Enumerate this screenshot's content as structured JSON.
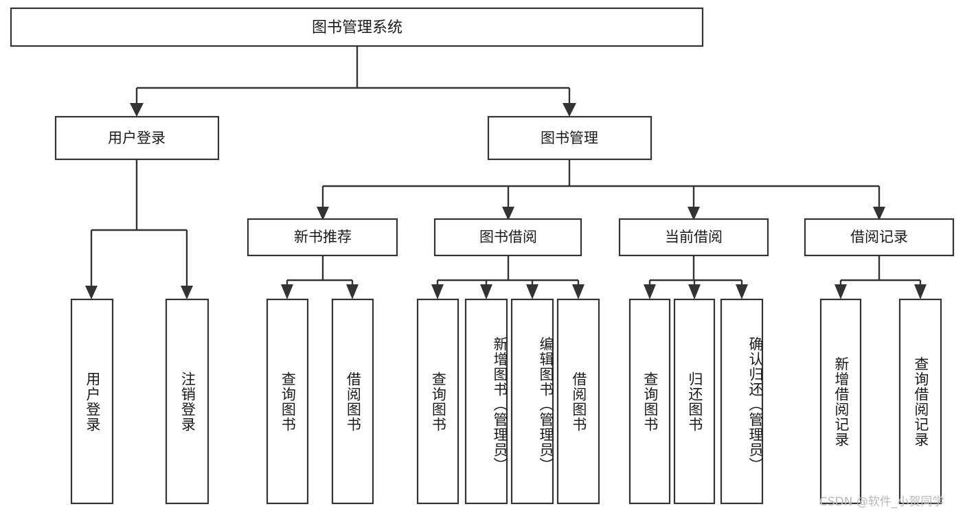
{
  "diagram": {
    "title": "图书管理系统",
    "type": "tree-hierarchy-diagram",
    "colors": {
      "box_stroke": "#333333",
      "box_fill": "#ffffff",
      "connector": "#333333",
      "text": "#1a1a1a",
      "background": "#ffffff",
      "watermark": "#b9b9b9"
    },
    "levels": {
      "root": {
        "label": "图书管理系统"
      },
      "level2": [
        {
          "label": "用户登录"
        },
        {
          "label": "图书管理"
        }
      ],
      "level3": [
        {
          "label": "新书推荐"
        },
        {
          "label": "图书借阅"
        },
        {
          "label": "当前借阅"
        },
        {
          "label": "借阅记录"
        }
      ],
      "leaves": {
        "user_login": [
          {
            "label": "用户登录"
          },
          {
            "label": "注销登录"
          }
        ],
        "new_book_recommend": [
          {
            "label": "查询图书"
          },
          {
            "label": "借阅图书"
          }
        ],
        "book_borrow": [
          {
            "label": "查询图书"
          },
          {
            "label": "新增图书（管理员）"
          },
          {
            "label": "编辑图书（管理员）"
          },
          {
            "label": "借阅图书"
          }
        ],
        "current_borrow": [
          {
            "label": "查询图书"
          },
          {
            "label": "归还图书"
          },
          {
            "label": "确认归还（管理员）"
          }
        ],
        "borrow_record": [
          {
            "label": "新增借阅记录"
          },
          {
            "label": "查询借阅记录"
          }
        ]
      }
    }
  },
  "watermark": {
    "text": "CSDN @软件_小贺同学"
  }
}
